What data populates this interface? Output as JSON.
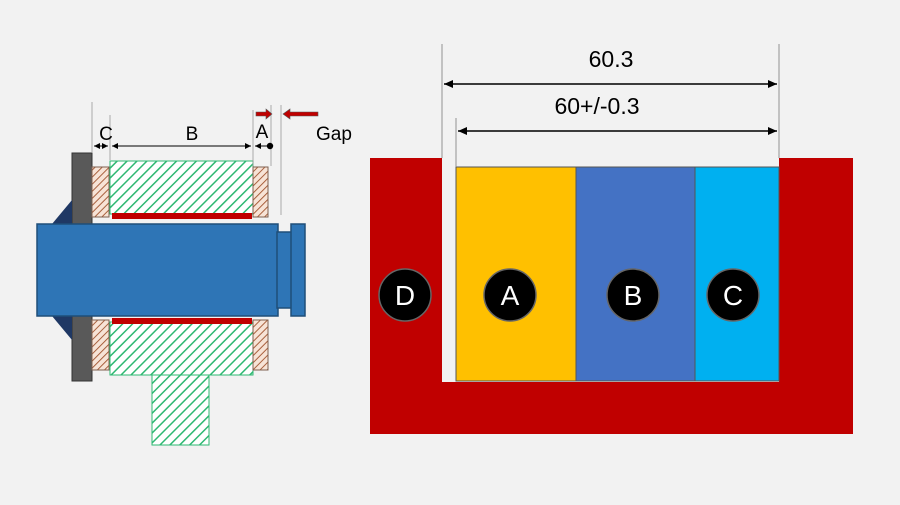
{
  "left_figure": {
    "labels": {
      "c": "C",
      "b": "B",
      "a": "A",
      "gap": "Gap"
    }
  },
  "right_figure": {
    "dim_outer": "60.3",
    "dim_inner": "60+/-0.3",
    "circles": {
      "d": "D",
      "a": "A",
      "b": "B",
      "c": "C"
    }
  },
  "colors": {
    "background": "#f2f2f2",
    "housing_red": "#c00000",
    "shaft_blue": "#2e75b6",
    "part_a_yellow": "#ffc000",
    "part_b_blue": "#4472c4",
    "part_c_cyan": "#00b0f0",
    "hatch_green": "#2eb872",
    "hatch_brown": "#a0522d",
    "gray_plate": "#595959"
  }
}
